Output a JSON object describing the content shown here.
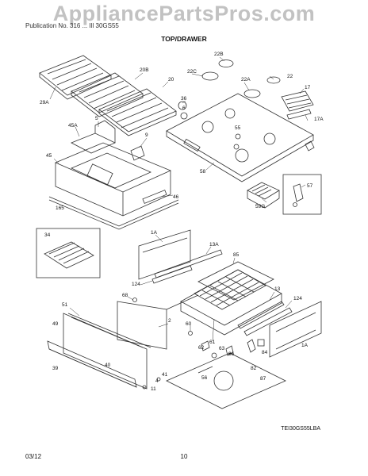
{
  "watermark": "AppliancePartsPros.com",
  "header_line": "Publication No. 316 ... Ill 30GS55",
  "section_title": "TOP/DRAWER",
  "doc_code": "TEI30GS55LBA",
  "footer": {
    "date": "03/12",
    "page": "10"
  },
  "callouts": {
    "c29A": "29A",
    "c20B": "20B",
    "c20": "20",
    "c22B": "22B",
    "c22C": "22C",
    "c22A": "22A",
    "c22": "22",
    "c17": "17",
    "c17A": "17A",
    "c36": "36",
    "c6": "6",
    "c5": "5",
    "c55": "55",
    "c9": "9",
    "c45A": "45A",
    "c45": "45",
    "c46": "46",
    "c165": "165",
    "c58": "58",
    "c59G": "59G",
    "c57": "57",
    "c34": "34",
    "c1A_top": "1A",
    "c13A": "13A",
    "c85": "85",
    "c124_left": "124",
    "c68": "68",
    "c51": "51",
    "c2": "2",
    "c13": "13",
    "c124_right": "124",
    "c49": "49",
    "c60": "60",
    "c61": "61",
    "c62": "62",
    "c63": "63",
    "c86": "86",
    "c1A_bot": "1A",
    "c39": "39",
    "c40": "40",
    "c4": "4",
    "c11": "11",
    "c87": "87",
    "c84": "84",
    "c82": "82",
    "c56": "56",
    "c41": "41"
  }
}
